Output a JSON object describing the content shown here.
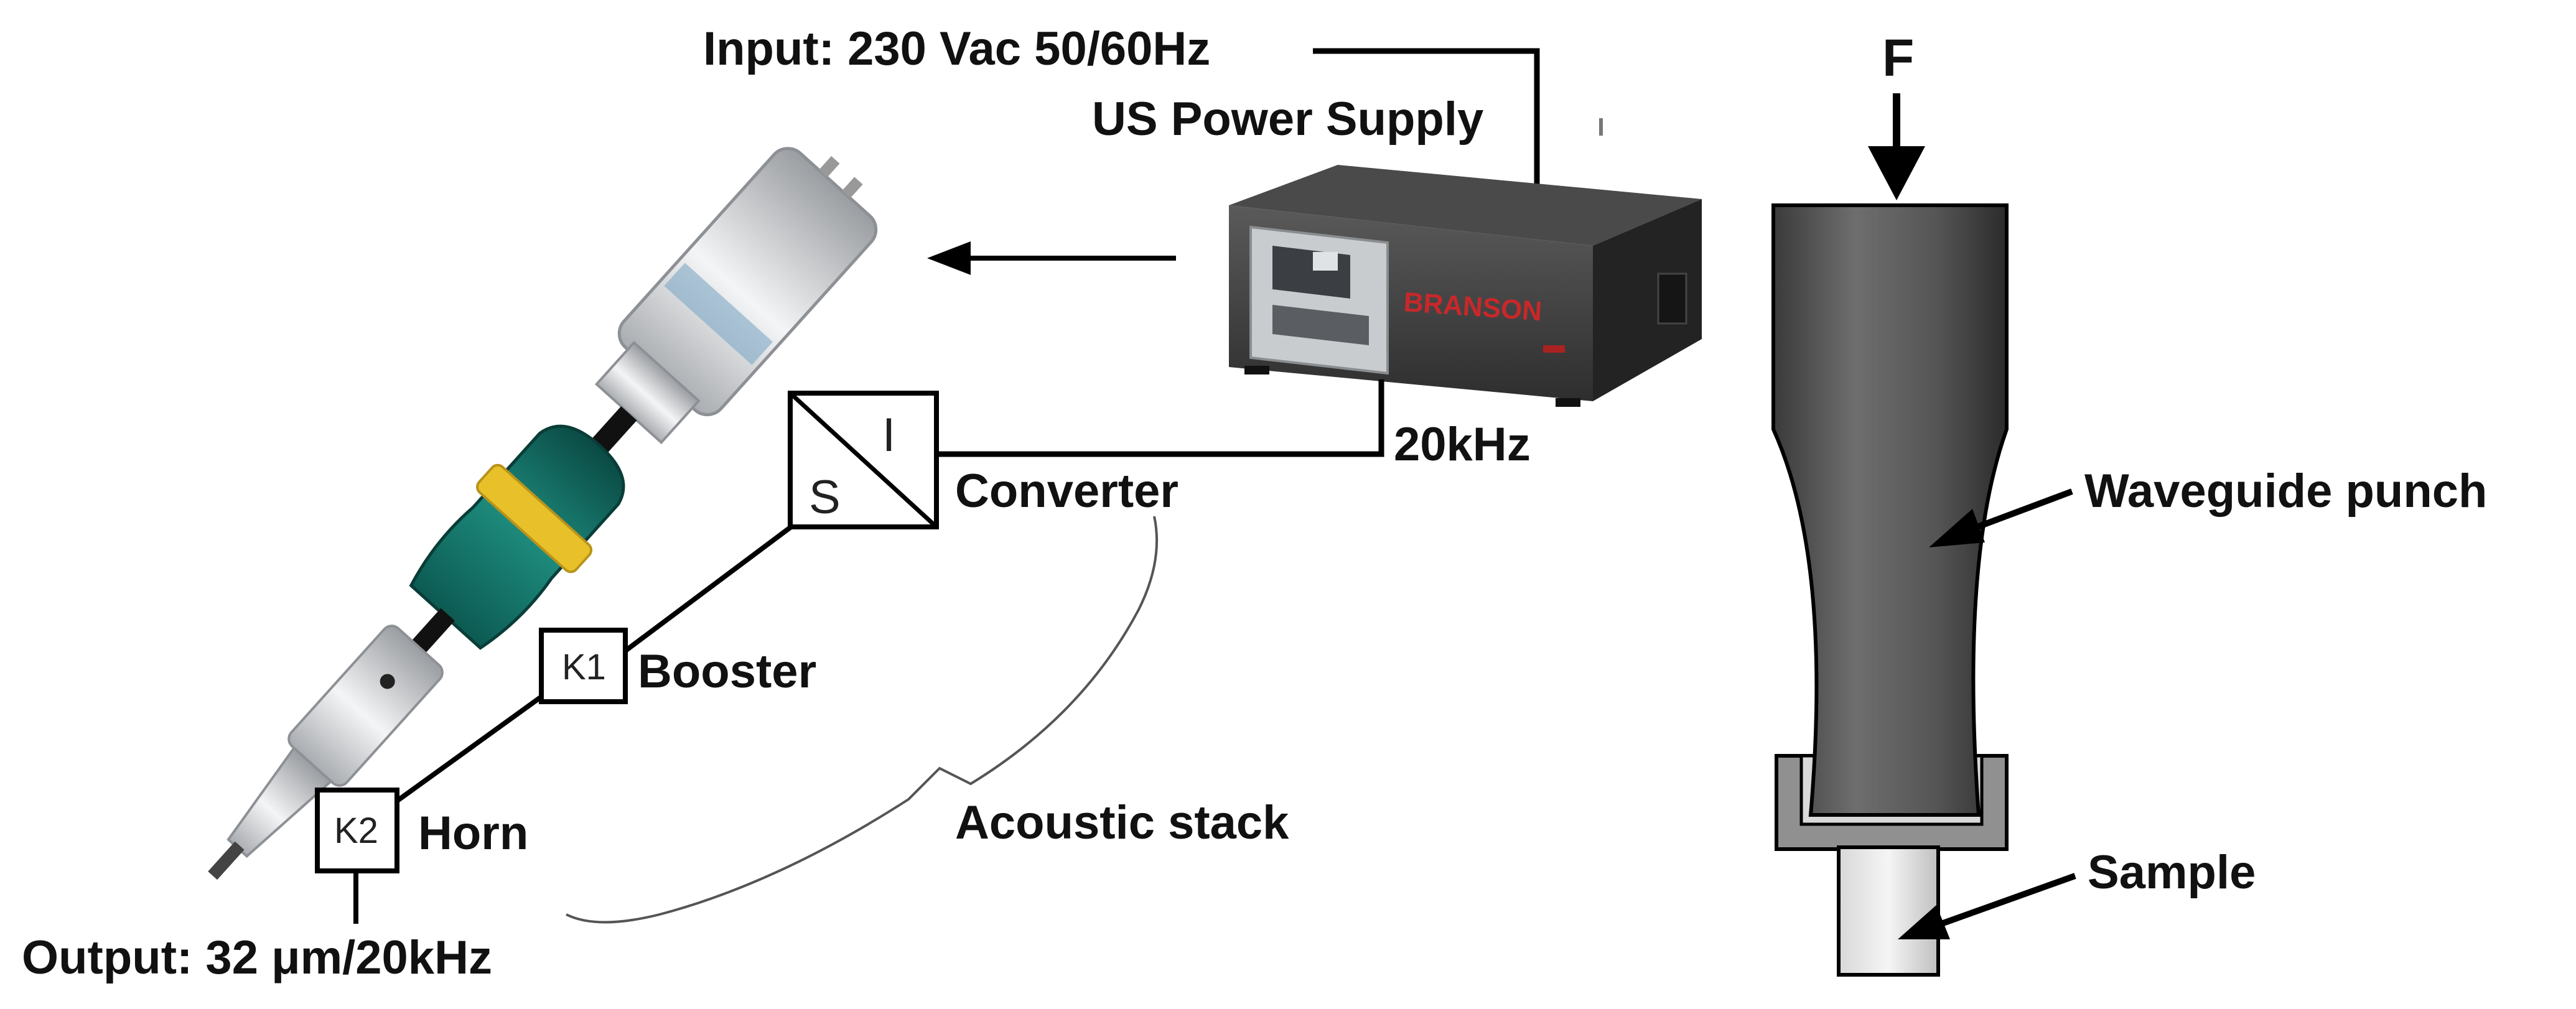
{
  "labels": {
    "input": "Input: 230 Vac 50/60Hz",
    "power_supply": "US Power Supply",
    "frequency": "20kHz",
    "converter": "Converter",
    "booster": "Booster",
    "horn": "Horn",
    "output": "Output: 32 μm/20kHz",
    "acoustic_stack": "Acoustic stack",
    "force": "F",
    "waveguide_punch": "Waveguide punch",
    "sample": "Sample"
  },
  "symbols": {
    "converter_s": "S",
    "converter_i": "I",
    "booster_k": "K1",
    "horn_k": "K2"
  },
  "device": {
    "brand": "BRANSON"
  }
}
